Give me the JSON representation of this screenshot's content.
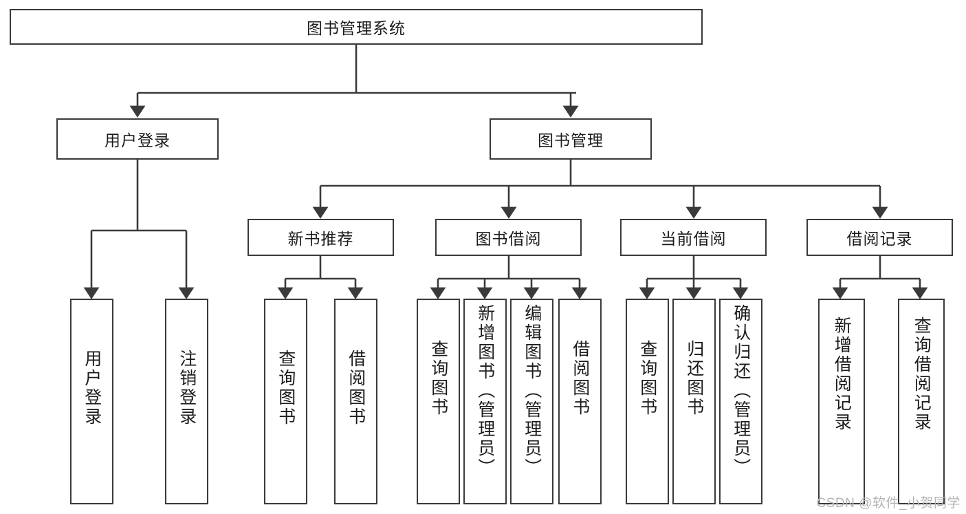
{
  "diagram": {
    "title": "图书管理系统",
    "type": "tree-hierarchy",
    "root": {
      "label": "图书管理系统"
    },
    "level2": [
      {
        "label": "用户登录"
      },
      {
        "label": "图书管理"
      }
    ],
    "level3": [
      {
        "label": "新书推荐"
      },
      {
        "label": "图书借阅"
      },
      {
        "label": "当前借阅"
      },
      {
        "label": "借阅记录"
      }
    ],
    "leaves": {
      "user_login": [
        {
          "label": "用户登录"
        },
        {
          "label": "注销登录"
        }
      ],
      "new_book_recommend": [
        {
          "label": "查询图书"
        },
        {
          "label": "借阅图书"
        }
      ],
      "book_borrow": [
        {
          "label": "查询图书"
        },
        {
          "label": "新增图书（管理员）"
        },
        {
          "label": "编辑图书（管理员）"
        },
        {
          "label": "借阅图书"
        }
      ],
      "current_borrow": [
        {
          "label": "查询图书"
        },
        {
          "label": "归还图书"
        },
        {
          "label": "确认归还（管理员）"
        }
      ],
      "borrow_record": [
        {
          "label": "新增借阅记录"
        },
        {
          "label": "查询借阅记录"
        }
      ]
    }
  },
  "watermark": {
    "text": "CSDN @软件_小贺同学"
  },
  "colors": {
    "stroke": "#3a3a3a",
    "background": "#ffffff",
    "text": "#1b1b1b",
    "watermark": "#b4b4b4"
  }
}
